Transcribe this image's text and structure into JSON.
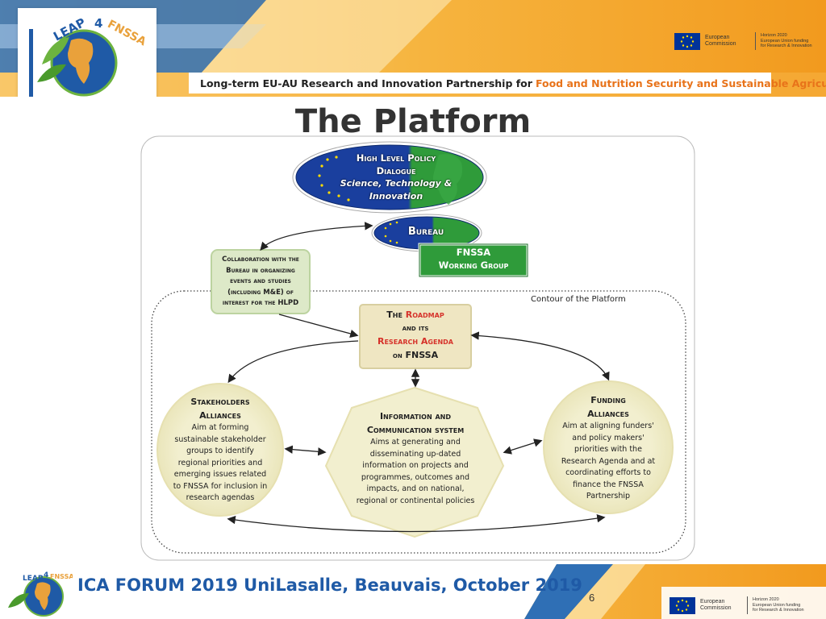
{
  "header": {
    "logo_text_a": "LEAP",
    "logo_text_num": "4",
    "logo_text_b": "FNSSA",
    "tagline_main": "Long-term EU-AU Research and Innovation Partnership for",
    "tagline_highlight": "Food and Nutrition Security and Sustainable Agriculture",
    "ec_name_1": "European",
    "ec_name_2": "Commission",
    "h2020_1": "Horizon 2020",
    "h2020_2": "European Union funding",
    "h2020_3": "for Research & Innovation"
  },
  "title": "The Platform",
  "diagram": {
    "hlpd": [
      "High Level Policy",
      "Dialogue",
      "Science, Technology &",
      "Innovation"
    ],
    "bureau": "Bureau",
    "working_group": [
      "FNSSA",
      "Working Group"
    ],
    "collaboration": [
      "Collaboration with the",
      "Bureau in organizing",
      "events and studies",
      "(including  M&E) of",
      "interest for the HLPD"
    ],
    "contour_label": "Contour of the Platform",
    "roadmap": {
      "the": "The",
      "roadmap": "Roadmap",
      "and_its": "and its",
      "research_agenda": "Research Agenda",
      "on": "on",
      "fnssa": "FNSSA"
    },
    "stakeholders": {
      "title_1": "Stakeholders",
      "title_2": "Alliances",
      "body": [
        "Aim at forming",
        "sustainable stakeholder",
        "groups to identify",
        "regional priorities and",
        "emerging issues related",
        "to FNSSA for inclusion in",
        "research agendas"
      ]
    },
    "information": {
      "title_1": "Information and",
      "title_2": "Communication system",
      "body": [
        "Aims at generating and",
        "disseminating up-dated",
        "information on projects and",
        "programmes, outcomes and",
        "impacts, and on national,",
        "regional or continental policies"
      ]
    },
    "funding": {
      "title_1": "Funding",
      "title_2": "Alliances",
      "body": [
        "Aim at aligning funders'",
        "and policy makers'",
        "priorities with the",
        "Research Agenda and at",
        "coordinating efforts to",
        "finance the FNSSA",
        "Partnership"
      ]
    }
  },
  "footer": {
    "text": "ICA FORUM 2019 UniLasalle, Beauvais, October 2019",
    "slide_number": "6"
  },
  "colors": {
    "orange": "#f4a21f",
    "blue": "#1f5aa6",
    "green": "#2f9b3a",
    "red": "#d6322a"
  }
}
